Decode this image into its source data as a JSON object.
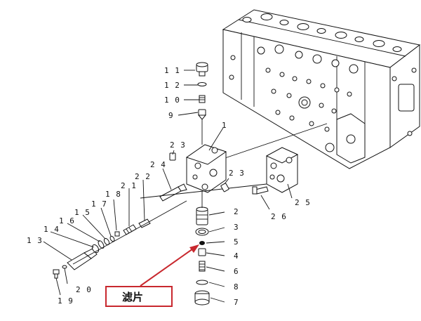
{
  "callout": {
    "label": "滤片",
    "color": "#c8282e"
  },
  "part_numbers": {
    "p1": "1",
    "p2": "2",
    "p3": "3",
    "p4": "4",
    "p5": "5",
    "p6": "6",
    "p7": "7",
    "p8": "8",
    "p9": "9",
    "p10": "1 0",
    "p11": "1 1",
    "p12": "1 2",
    "p13": "1 3",
    "p14": "1 4",
    "p15": "1 5",
    "p16": "1 6",
    "p17": "1 7",
    "p18": "1 8",
    "p19": "1 9",
    "p20": "2 0",
    "p21": "2 1",
    "p22": "2 2",
    "p23a": "2 3",
    "p23b": "2 3",
    "p24": "2 4",
    "p25": "2 5",
    "p26": "2 6"
  }
}
